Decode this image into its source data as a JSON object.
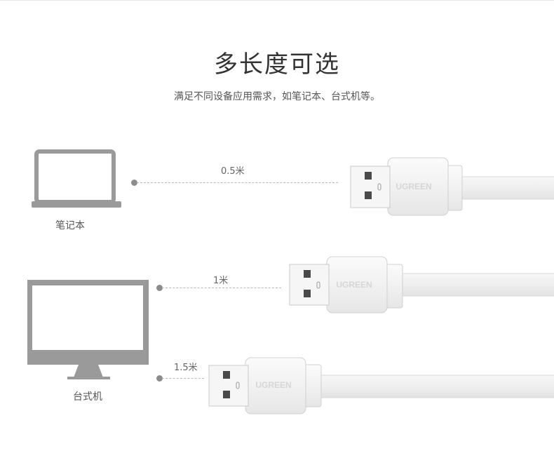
{
  "header": {
    "title": "多长度可选",
    "subtitle": "满足不同设备应用需求，如笔记本、台式机等。"
  },
  "devices": {
    "laptop_label": "笔记本",
    "desktop_label": "台式机"
  },
  "cables": [
    {
      "length": "0.5米"
    },
    {
      "length": "1米"
    },
    {
      "length": "1.5米"
    }
  ],
  "brand": "UGREEN",
  "colors": {
    "device_gray": "#9a9a9a",
    "cable_white": "#f2f2f2",
    "cable_edge": "#d0d0d0",
    "text": "#333333"
  }
}
